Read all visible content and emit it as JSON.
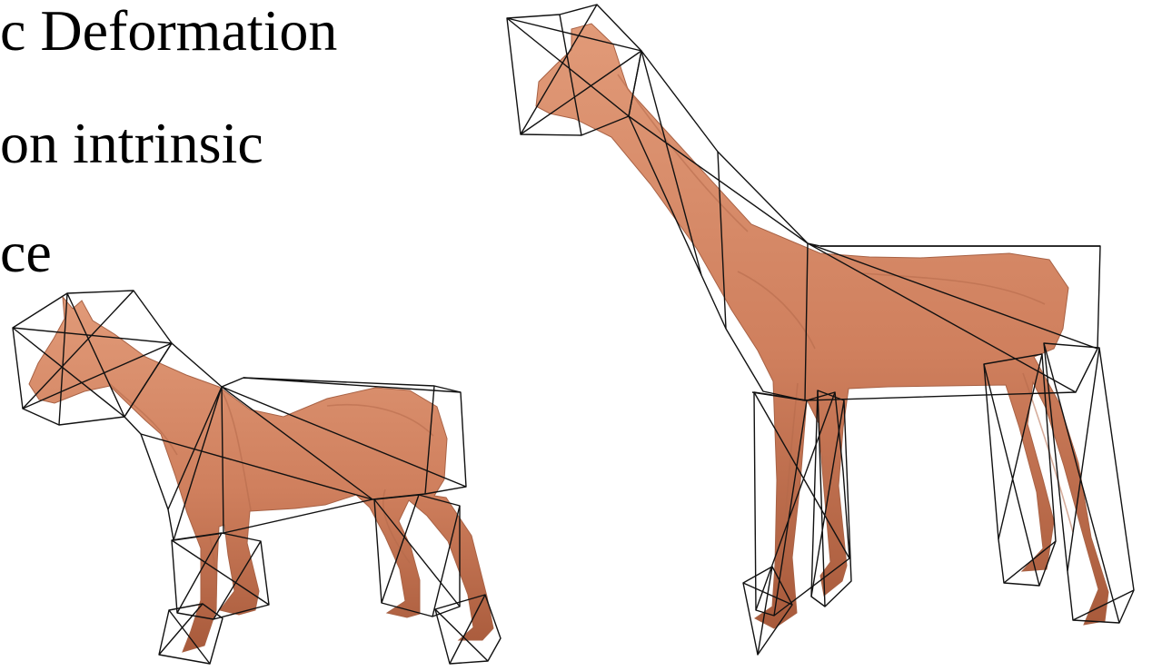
{
  "slide": {
    "text_lines": [
      "c Deformation",
      "on intrinsic",
      "ce"
    ]
  },
  "colors": {
    "background": "#ffffff",
    "text": "#000000",
    "mesh_skin": "#d98a67",
    "mesh_shadow": "#a85a3b",
    "cage_lines": "#111111"
  }
}
